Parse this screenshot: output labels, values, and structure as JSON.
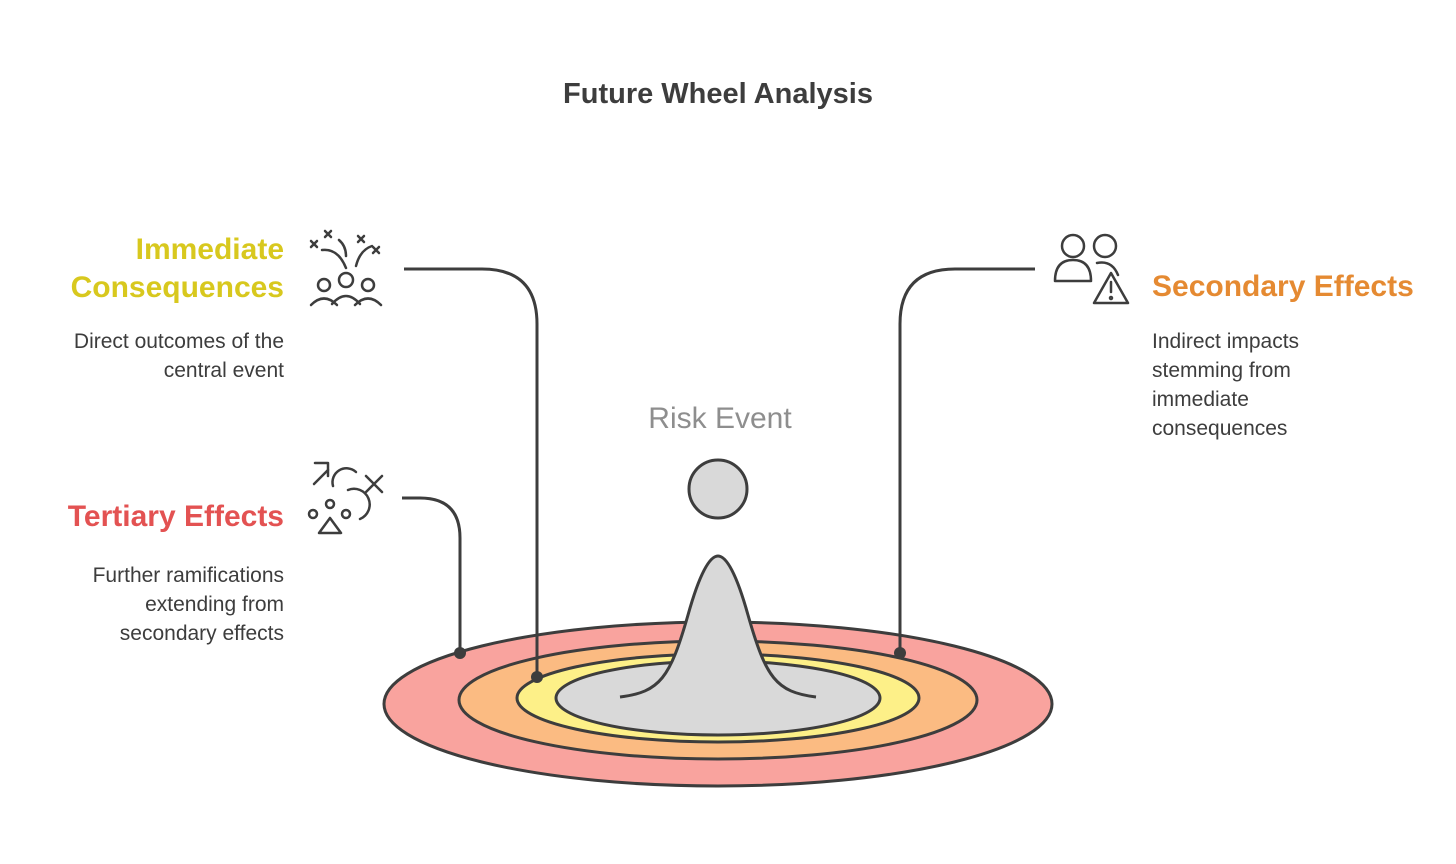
{
  "title": "Future Wheel Analysis",
  "center": {
    "label": "Risk Event"
  },
  "sections": {
    "immediate": {
      "heading_line1": "Immediate",
      "heading_line2": "Consequences",
      "desc_line1": "Direct outcomes of the",
      "desc_line2": "central event",
      "color": "#d8c81e",
      "icon": "crowd-celebration-icon"
    },
    "secondary": {
      "heading": "Secondary Effects",
      "desc_line1": "Indirect impacts",
      "desc_line2": "stemming from",
      "desc_line3": "immediate",
      "desc_line4": "consequences",
      "color": "#e58a32",
      "icon": "users-warning-icon"
    },
    "tertiary": {
      "heading": "Tertiary Effects",
      "desc_line1": "Further ramifications",
      "desc_line2": "extending from",
      "desc_line3": "secondary effects",
      "color": "#e35252",
      "icon": "scattered-shapes-icon"
    }
  },
  "rings": {
    "outer_color": "#f9a39e",
    "middle_color": "#fbbb82",
    "inner_color": "#fdf088",
    "core_color": "#d9d9d9",
    "stroke_color": "#3d3d3d"
  }
}
